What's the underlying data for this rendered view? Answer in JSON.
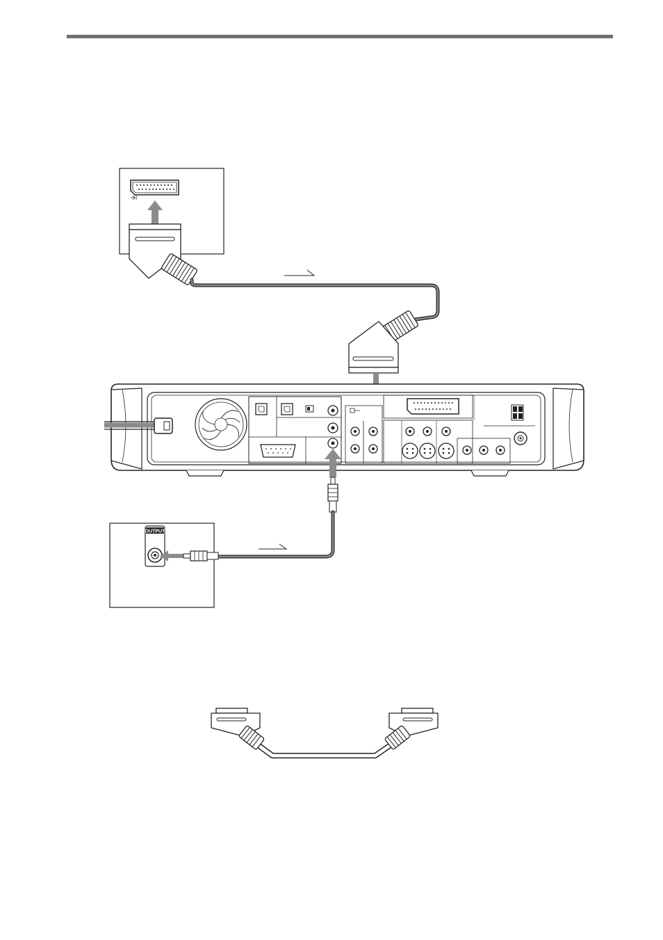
{
  "tv_panel": {
    "scart_input_icon": "scart-input-symbol",
    "port_label": ""
  },
  "receiver_panel": {
    "output_label": "OUTPUT"
  },
  "main_unit": {
    "scart_output_icon": "scart-output-symbol",
    "fan_icon": "cooling-fan",
    "antenna_icon": "antenna-terminal"
  },
  "signal_direction_icons": [
    "signal-flow-arrow-top",
    "signal-flow-arrow-bottom"
  ],
  "colors": {
    "line": "#222222",
    "cable": "#8a8a8a",
    "arrow": "#8c8c8c",
    "rule": "#6e6e6e"
  }
}
